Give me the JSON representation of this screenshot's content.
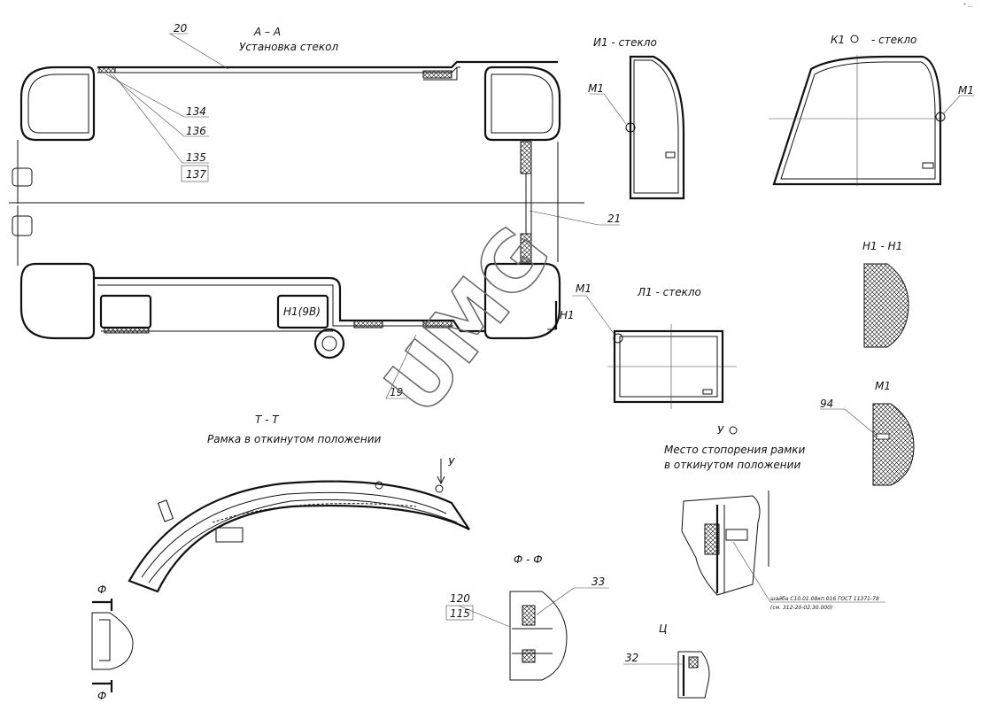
{
  "sections": {
    "aa_title": "А – А",
    "aa_subtitle": "Установка стекол",
    "i1_title": "И1 - стекло",
    "k1_title": "К1",
    "k1_suffix": "- стекло",
    "h1h1_title": "Н1 - Н1",
    "l1_title": "Л1 - стекло",
    "m1_title": "М1",
    "tt_title": "Т - Т",
    "tt_subtitle": "Рамка в откинутом положении",
    "u_title": "У",
    "u_caption_1": "Место стопорения рамки",
    "u_caption_2": "в откинутом положении",
    "ff_title": "Ф - Ф",
    "ts_title": "Ц"
  },
  "callouts": {
    "c20": "20",
    "c134": "134",
    "c136": "136",
    "c135": "135",
    "c137": "137",
    "c21": "21",
    "c19": "19",
    "h1_9b": "Н1(9В)",
    "h1": "Н1",
    "m1_i1": "М1",
    "m1_k1": "М1",
    "m1_l1": "М1",
    "c94": "94",
    "c120": "120",
    "c115": "115",
    "c33": "33",
    "c32": "32",
    "f_top": "Ф",
    "f_bottom": "Ф",
    "u_arrow": "У"
  },
  "note": {
    "line1": "шайба С10.01.08кп.016 ГОСТ 11371-78",
    "line2": "(см. 312-20-02.30.000)"
  },
  "watermark": "UMG",
  "corner_mark": "° ..."
}
